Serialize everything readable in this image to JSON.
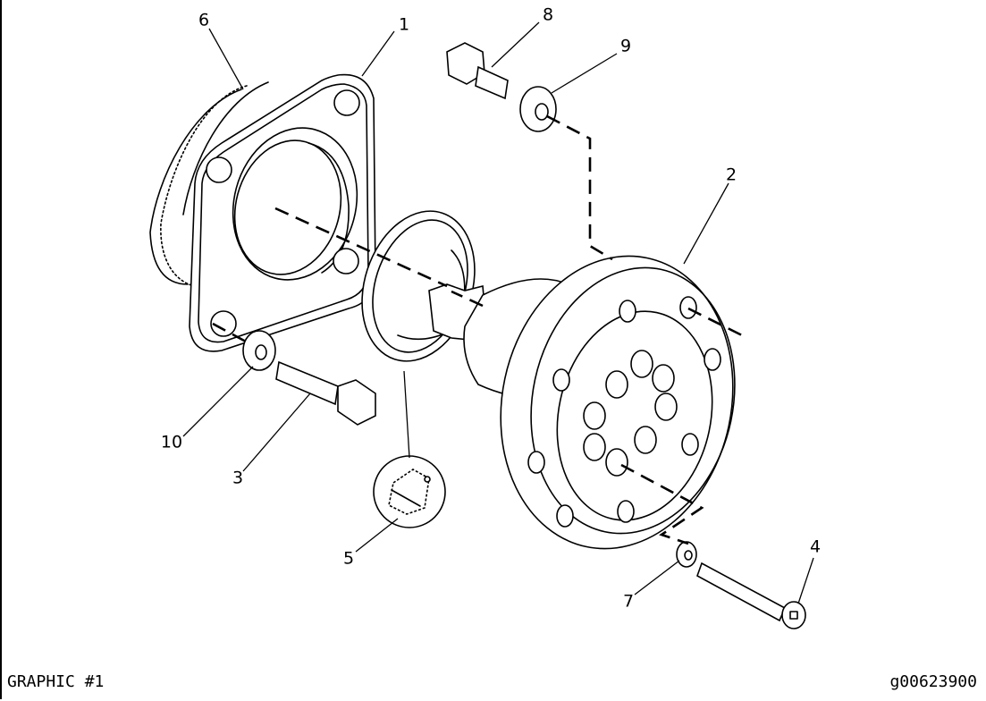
{
  "caption": {
    "left": "GRAPHIC #1",
    "right": "g00623900"
  },
  "callouts": {
    "c1": "1",
    "c2": "2",
    "c3": "3",
    "c4": "4",
    "c5": "5",
    "c6": "6",
    "c7": "7",
    "c8": "8",
    "c9": "9",
    "c10": "10"
  }
}
